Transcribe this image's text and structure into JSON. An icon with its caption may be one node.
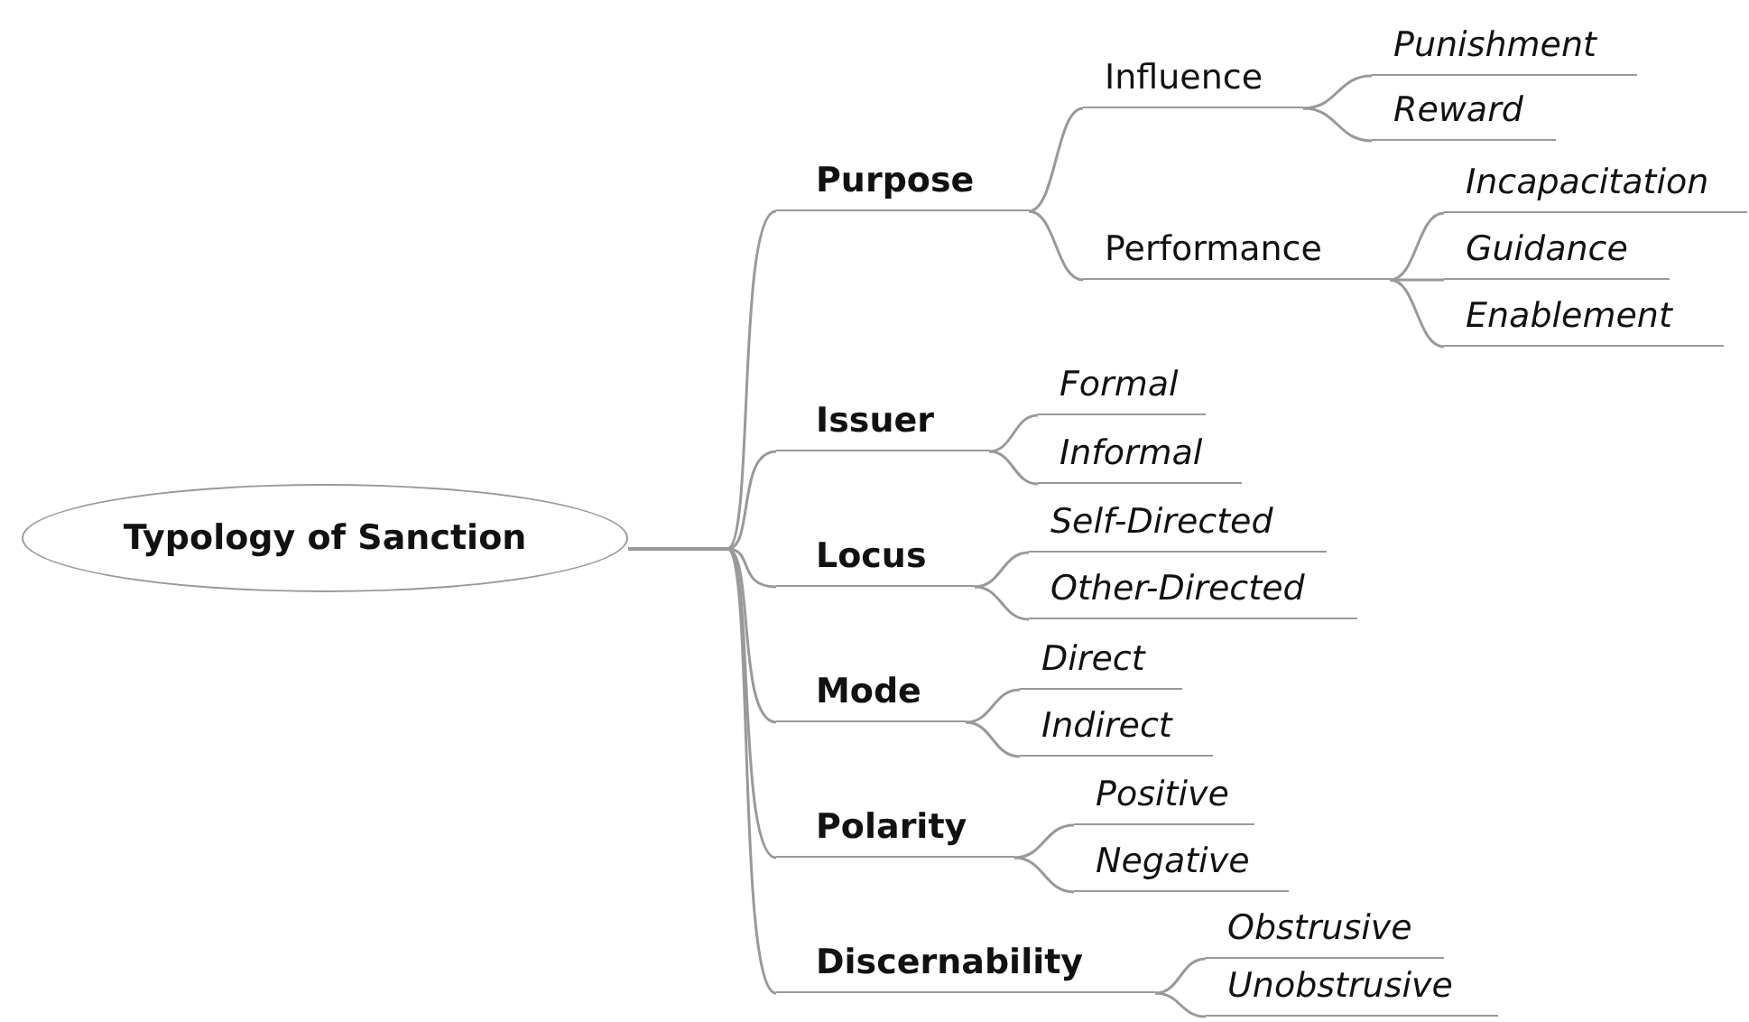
{
  "diagram": {
    "nodes": [
      {
        "text": [
          "Typology of Sanction"
        ]
      },
      {
        "text": [
          "Purpose"
        ]
      },
      {
        "text": [
          "Influence"
        ]
      },
      {
        "text": [
          "Punishment"
        ]
      },
      {
        "text": [
          "Reward"
        ]
      },
      {
        "text": [
          "Performance"
        ]
      },
      {
        "text": [
          "Incapacitation"
        ]
      },
      {
        "text": [
          "Guidance"
        ]
      },
      {
        "text": [
          "Enablement"
        ]
      },
      {
        "text": [
          "Issuer"
        ]
      },
      {
        "text": [
          "Formal"
        ]
      },
      {
        "text": [
          "Informal"
        ]
      },
      {
        "text": [
          "Locus"
        ]
      },
      {
        "text": [
          "Self-Directed"
        ]
      },
      {
        "text": [
          "Other-Directed"
        ]
      },
      {
        "text": [
          "Mode"
        ]
      },
      {
        "text": [
          "Direct"
        ]
      },
      {
        "text": [
          "Indirect"
        ]
      },
      {
        "text": [
          "Polarity"
        ]
      },
      {
        "text": [
          "Positive"
        ]
      },
      {
        "text": [
          "Negative"
        ]
      },
      {
        "text": [
          "Discernability"
        ]
      },
      {
        "text": [
          "Obstrusive"
        ]
      },
      {
        "text": [
          "Unobstrusive"
        ]
      }
    ],
    "edges": [
      {
        "from": 0,
        "to": 1,
        "arrow": "none"
      },
      {
        "from": 1,
        "to": 2,
        "arrow": "none"
      },
      {
        "from": 2,
        "to": 3,
        "arrow": "none"
      },
      {
        "from": 2,
        "to": 4,
        "arrow": "none"
      },
      {
        "from": 1,
        "to": 5,
        "arrow": "none"
      },
      {
        "from": 5,
        "to": 6,
        "arrow": "none"
      },
      {
        "from": 5,
        "to": 7,
        "arrow": "none"
      },
      {
        "from": 5,
        "to": 8,
        "arrow": "none"
      },
      {
        "from": 0,
        "to": 9,
        "arrow": "none"
      },
      {
        "from": 9,
        "to": 10,
        "arrow": "none"
      },
      {
        "from": 9,
        "to": 11,
        "arrow": "none"
      },
      {
        "from": 0,
        "to": 12,
        "arrow": "none"
      },
      {
        "from": 12,
        "to": 13,
        "arrow": "none"
      },
      {
        "from": 12,
        "to": 14,
        "arrow": "none"
      },
      {
        "from": 0,
        "to": 15,
        "arrow": "none"
      },
      {
        "from": 15,
        "to": 16,
        "arrow": "none"
      },
      {
        "from": 15,
        "to": 17,
        "arrow": "none"
      },
      {
        "from": 0,
        "to": 18,
        "arrow": "none"
      },
      {
        "from": 18,
        "to": 19,
        "arrow": "none"
      },
      {
        "from": 18,
        "to": 20,
        "arrow": "none"
      },
      {
        "from": 0,
        "to": 21,
        "arrow": "none"
      },
      {
        "from": 21,
        "to": 22,
        "arrow": "none"
      },
      {
        "from": 21,
        "to": 23,
        "arrow": "none"
      }
    ]
  }
}
